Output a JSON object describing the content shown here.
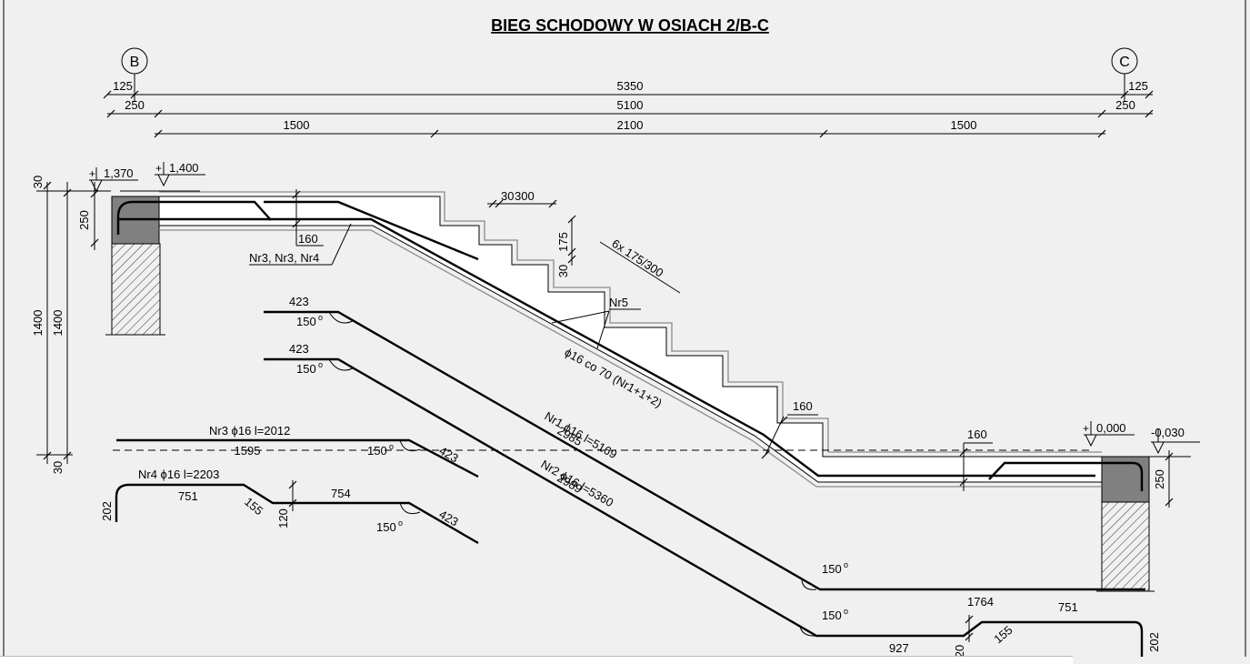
{
  "title": "BIEG SCHODOWY W OSIACH 2/B-C",
  "axes": {
    "left": "B",
    "right": "C"
  },
  "dimensions": {
    "top_row1": [
      "125",
      "5350",
      "125"
    ],
    "top_row2": [
      "250",
      "5100",
      "250"
    ],
    "top_row3": [
      "1500",
      "2100",
      "1500"
    ],
    "left_total_a": "1400",
    "left_total_b": "1400",
    "left_30_top": "30",
    "left_250": "250",
    "left_30_bottom": "30",
    "right_250": "250",
    "slab_160_left": "160",
    "slab_160_mid": "160",
    "slab_160_right": "160",
    "step_30": "30",
    "step_300": "300",
    "step_175": "175",
    "step_30b": "30"
  },
  "levels": {
    "l1": "1,370",
    "l2": "1,400",
    "l3": "0,000",
    "l4": "-0,030"
  },
  "labels": {
    "stairs": "6x 175/300",
    "bars_group": "Nr3, Nr3, Nr4",
    "nr5": "Nr5",
    "main_bars": "ϕ16 co 70 (Nr1+1+2)",
    "nr1_label": "Nr1   ϕ16  l=5169",
    "nr1_len": "2985",
    "nr2_label": "Nr2   ϕ16  l=5360",
    "nr2_len": "2989",
    "nr3_label": "Nr3   ϕ16  l=2012",
    "nr3_len": "1595",
    "nr4_label": "Nr4   ϕ16  l=2203",
    "nr4_len1": "751",
    "nr4_hook": "202",
    "nr4_bend": "155",
    "nr4_offset": "120",
    "nr4_len2": "754",
    "seg_423_a": "423",
    "seg_423_b": "423",
    "seg_423_c": "423",
    "seg_423_d": "423",
    "angle_a": "150",
    "angle_b": "150",
    "angle_c": "150",
    "angle_d": "150",
    "angle_e": "150",
    "angle_f": "150",
    "bot_1764": "1764",
    "bot_751": "751",
    "bot_927": "927",
    "bot_155": "155",
    "bot_20": "20",
    "bot_202": "202"
  }
}
